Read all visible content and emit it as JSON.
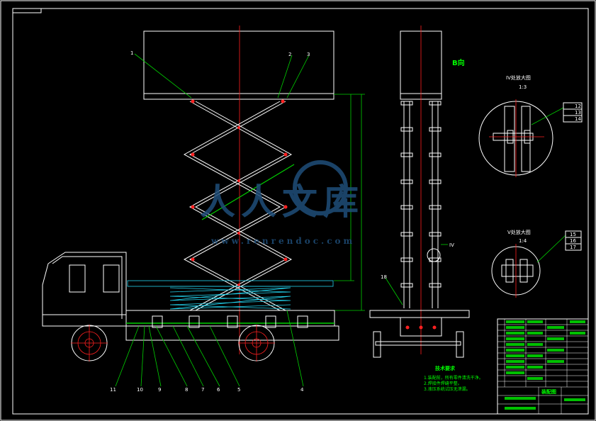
{
  "callouts": {
    "n1": "1",
    "n2": "2",
    "n3": "3",
    "n4": "4",
    "n5": "5",
    "n6": "6",
    "n7": "7",
    "n8": "8",
    "n9": "9",
    "n10": "10",
    "n11": "11",
    "n12": "12",
    "n13": "13",
    "n14": "14",
    "n15": "15",
    "n16": "16",
    "n17": "17",
    "n18": "18"
  },
  "view_label": "B向",
  "detail_iv": {
    "title": "IV处放大图",
    "scale": "1:3"
  },
  "detail_v": {
    "title": "V处放大图",
    "scale": "1:4"
  },
  "marker_iv": "IV",
  "tech_title": "技术要求",
  "tech_lines": [
    "1.装配前，所有零件清洗干净。",
    "2.焊接件焊缝平整。",
    "3.液压系统试压无泄漏。"
  ],
  "title_block": {
    "name": "装配图"
  },
  "watermark": {
    "brand": "人人文库",
    "url": "www.renrendoc.com"
  },
  "colors": {
    "frame": "#ffffff",
    "center": "#ff2020",
    "leader": "#00d000",
    "stowed": "#22d3ee",
    "watermark": "#1f4e79"
  }
}
